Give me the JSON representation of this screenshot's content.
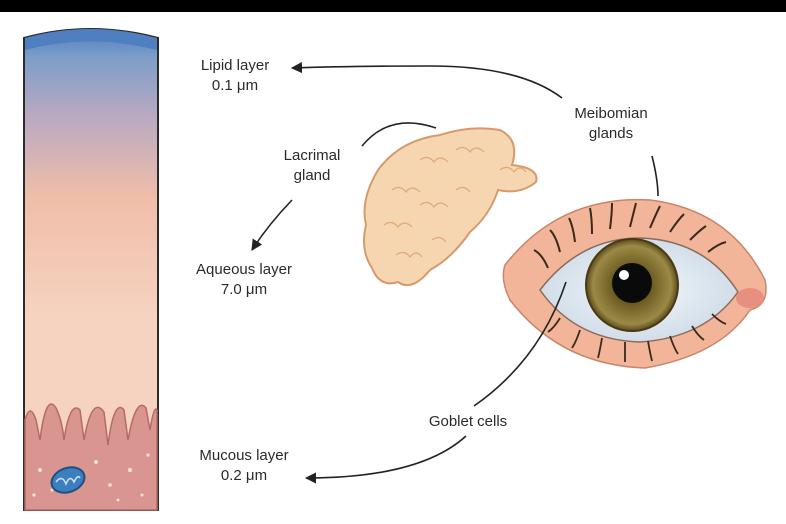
{
  "layers": [
    {
      "name": "Lipid layer",
      "thickness": "0.1 μm",
      "color": "#6e95c7"
    },
    {
      "name": "Aqueous layer",
      "thickness": "7.0 μm",
      "color": "#f3c8b0"
    },
    {
      "name": "Mucous layer",
      "thickness": "0.2 μm",
      "color": "#dfa3a0"
    }
  ],
  "glands": {
    "lacrimal_line1": "Lacrimal",
    "lacrimal_line2": "gland",
    "meibomian_line1": "Meibomian",
    "meibomian_line2": "glands",
    "goblet": "Goblet cells"
  },
  "colors": {
    "lipid_top": "#4f7fbf",
    "aqueous": "#f4cfb9",
    "mucosa": "#d9958f",
    "iris": "#8a7a3c",
    "skin": "#f2b59a",
    "gland": "#f6d6b0",
    "arrow": "#222222"
  }
}
